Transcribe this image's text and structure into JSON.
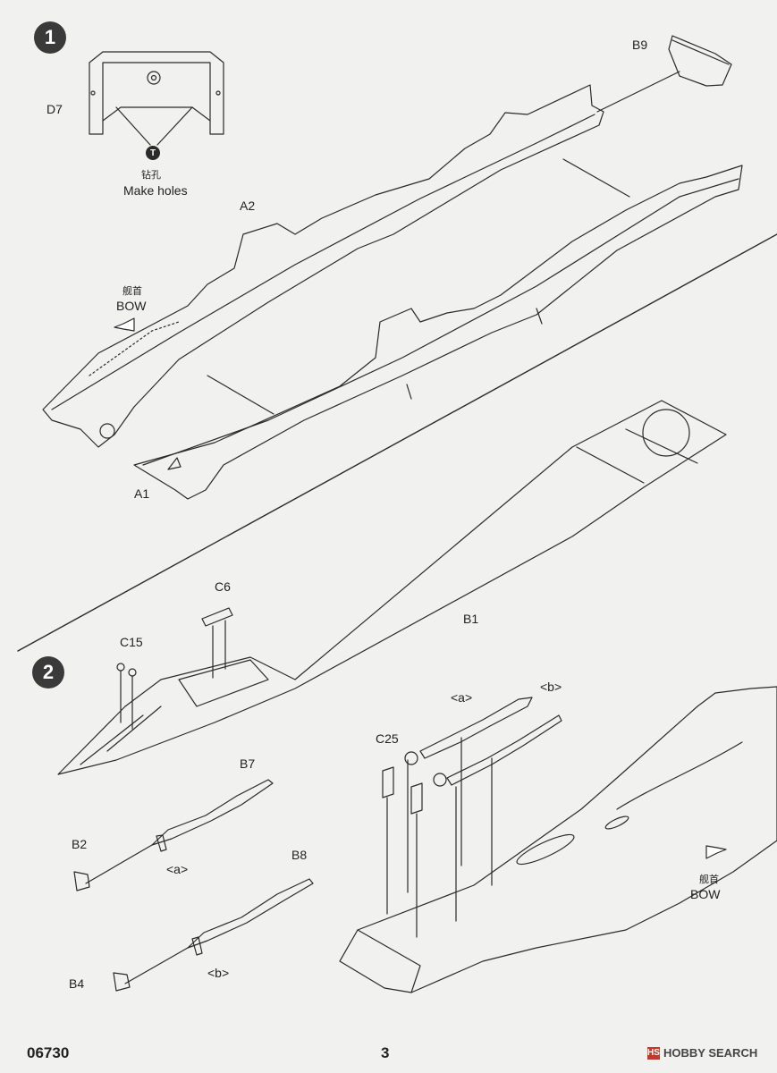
{
  "steps": [
    {
      "number": "1"
    },
    {
      "number": "2"
    }
  ],
  "step1": {
    "part_d7": "D7",
    "part_b9": "B9",
    "part_a2": "A2",
    "part_a1": "A1",
    "drill_symbol": "T",
    "drill_cn": "钻孔",
    "drill_en": "Make holes",
    "bow_cn": "舰首",
    "bow_en": "BOW"
  },
  "step2": {
    "part_b1": "B1",
    "part_c6": "C6",
    "part_c15": "C15",
    "part_c25": "C25",
    "part_b7": "B7",
    "part_b2": "B2",
    "part_b8": "B8",
    "part_b4": "B4",
    "sub_a_1": "<a>",
    "sub_a_2": "<a>",
    "sub_b_1": "<b>",
    "sub_b_2": "<b>",
    "bow_cn": "舰首",
    "bow_en": "BOW"
  },
  "footer": {
    "code": "06730",
    "page": "3",
    "watermark": "HOBBY SEARCH",
    "watermark_mark": "HS"
  },
  "colors": {
    "paper": "#f1f1ef",
    "line": "#2a2a2a",
    "badge": "#3a3a3a",
    "brand_red": "#c0392b"
  }
}
